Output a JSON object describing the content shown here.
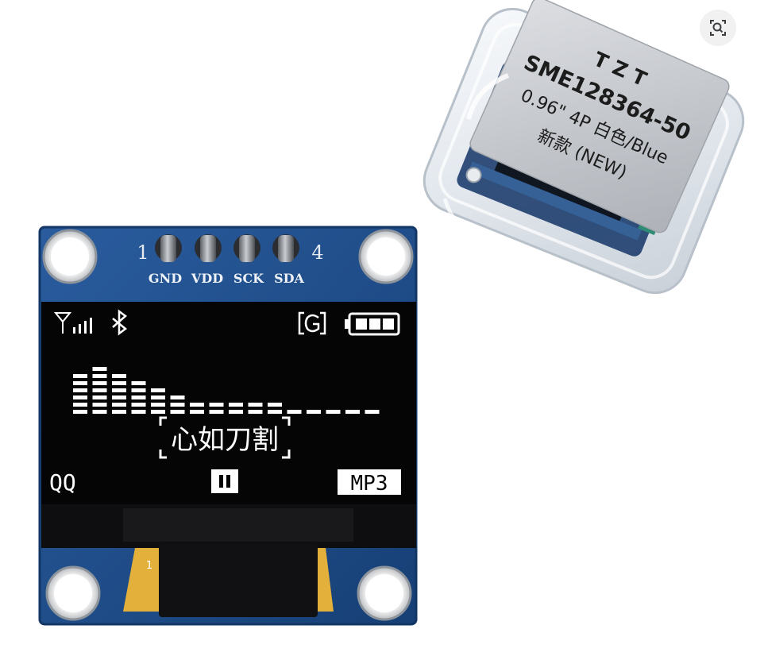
{
  "image_search_button": {
    "icon": "visual-search-icon"
  },
  "packaging": {
    "label_lines": [
      "T Z T",
      "SME128364-50",
      "0.96\" 4P 白色/Blue",
      "新款 (NEW)"
    ]
  },
  "module": {
    "pin_numbers": {
      "first": "1",
      "last": "4"
    },
    "pins": [
      "GND",
      "VDD",
      "SCK",
      "SDA"
    ],
    "flex_cable_number": "1",
    "colors": {
      "pcb": "#1f4f8e",
      "pcb_edge": "#123665",
      "screen": "#050505",
      "pixels": "#ffffff",
      "flex_cable": "#e5b43a"
    }
  },
  "oled_display": {
    "status_icons": [
      "signal-strength-icon",
      "bluetooth-icon",
      "g-network-icon",
      "battery-full-icon"
    ],
    "equalizer_levels": [
      6,
      7,
      6,
      5,
      4,
      3,
      2,
      2,
      2,
      2,
      2,
      1,
      1,
      1,
      1,
      1
    ],
    "song_title": "心如刀割",
    "left_label": "QQ",
    "center_icon": "pause-icon",
    "right_label": "MP3"
  }
}
